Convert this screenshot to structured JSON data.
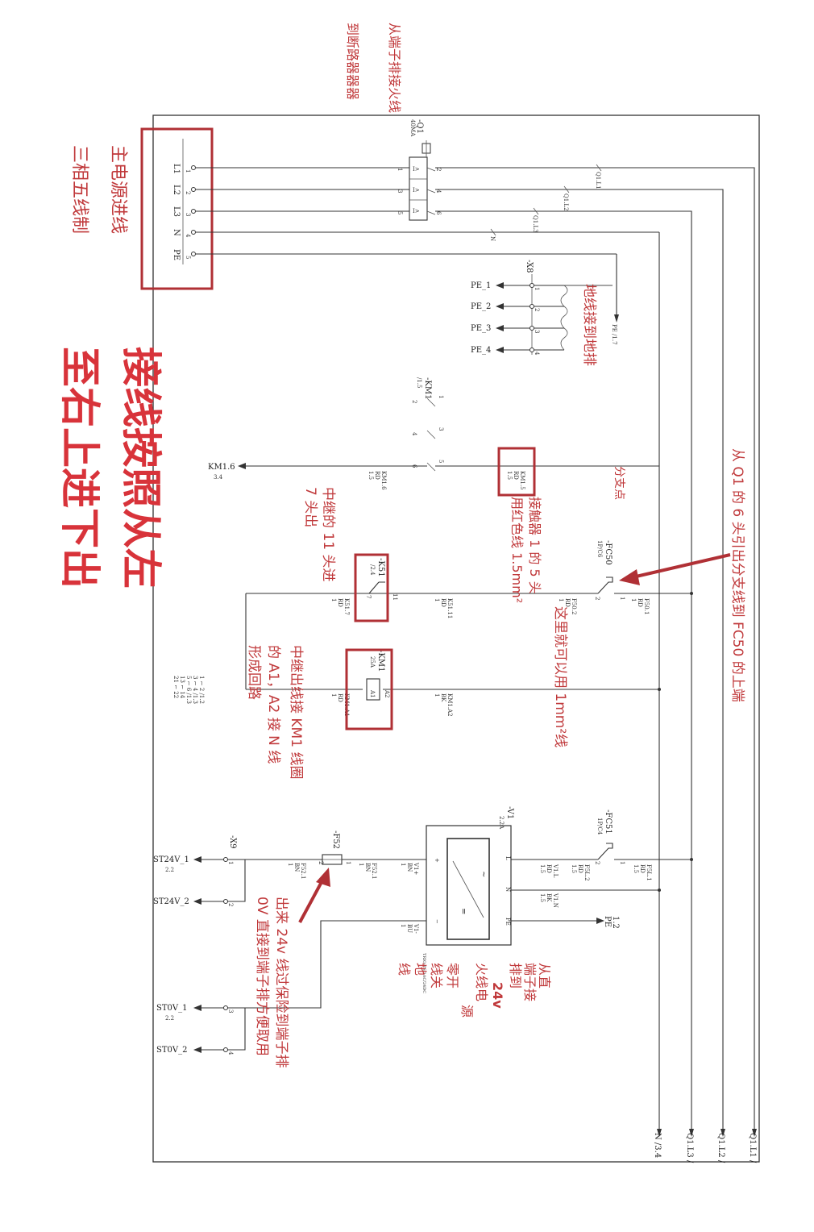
{
  "colors": {
    "wire": "#333333",
    "annotation": "#c0393b",
    "highlight": "#b03035",
    "heading": "#d8333a"
  },
  "terminals_in": {
    "labels": [
      "L1",
      "L2",
      "L3",
      "N",
      "PE"
    ],
    "numbers": [
      "1",
      "2",
      "3",
      "4",
      "5"
    ]
  },
  "breaker_q1": {
    "tag": "-Q1",
    "rating": "40MA",
    "in_pins": [
      "1",
      "3",
      "5"
    ],
    "out_pins": [
      "2",
      "4",
      "6"
    ]
  },
  "bus_refs": {
    "l1": "Q1.L1",
    "l2": "Q1.L2",
    "l3": "Q1.L3",
    "n": "N"
  },
  "pe_terminal": {
    "tag": "-X8",
    "outputs": [
      "PE_1",
      "PE_2",
      "PE_3",
      "PE_4"
    ],
    "numbers": [
      "1",
      "2",
      "3",
      "4"
    ],
    "ref": "PE /1.7"
  },
  "km1_contacts": {
    "tag": "-KM1",
    "ref": "/1.5",
    "c1": "1",
    "c2": "2",
    "c3": "3",
    "c4": "4",
    "c5": "5",
    "c6": "6",
    "out": "KM1.6",
    "out_ref": "3.4",
    "wire_a": "KM1.6",
    "wire_a2": "RD",
    "wire_a3": "1.5",
    "wire_b": "KM1.5",
    "wire_b2": "RD",
    "wire_b3": "1.5"
  },
  "fc50": {
    "tag": "-FC50",
    "spec": "1P/C6",
    "p1": "1",
    "p2": "2",
    "w1": "F50.1",
    "w1b": "RD",
    "w1c": "1",
    "w2": "F50.2",
    "w2b": "RD",
    "w2c": "1"
  },
  "k51": {
    "tag": "-K51",
    "ref": "/2.4",
    "p11": "11",
    "p7": "7",
    "w1": "K51.7",
    "w1b": "RD",
    "w1c": "1",
    "w2": "K51.11",
    "w2b": "RD",
    "w2c": "1"
  },
  "km1_coil": {
    "tag": "-KM1",
    "spec": "25A",
    "a1": "A1",
    "a2": "A2",
    "w1": "KM1.A1",
    "w1b": "RD",
    "w1c": "1",
    "w2": "KM1.A2",
    "w2b": "BK",
    "w2c": "1"
  },
  "contact_table": {
    "rows": [
      "1 ⌐ 2 /1.2",
      "3 ⌐ 4 /1.3",
      "5 ⌐ 6 /1.3",
      "13 ⌐ 14",
      "21 ⌐ 22"
    ]
  },
  "v1": {
    "tag": "-V1",
    "ref": "2.2A",
    "vplus": "+",
    "vminus": "−",
    "l": "L",
    "n": "N",
    "pe": "PE",
    "pe_ref": "1.2",
    "pe_lbl": "PE"
  },
  "fc51": {
    "tag": "-FC51",
    "spec": "1P/C4",
    "p1": "1",
    "p2": "2"
  },
  "f52": {
    "tag": "-F52",
    "p1": "1",
    "p2": "2"
  },
  "x9": {
    "tag": "-X9",
    "outs": [
      "ST24V_1",
      "ST24V_2",
      "ST0V_1",
      "ST0V_2"
    ],
    "refs": [
      "2.2",
      "",
      "2.2",
      ""
    ],
    "nums": [
      "1",
      "2",
      "3",
      "4"
    ]
  },
  "wire_tags": {
    "f51_1": "F5L.1",
    "f51_1b": "RD",
    "f51_1c": "1.5",
    "f51_2": "F5L.2",
    "f51_2b": "RD",
    "f51_2c": "1.5",
    "v1l": "V1.L",
    "v1lb": "RD",
    "v1lc": "1.5",
    "v1n": "V1.N",
    "v1nb": "BK",
    "v1nc": "1.5",
    "v1p": "V1+",
    "v1pb": "BN",
    "v1pc": "1",
    "v1m": "V1-",
    "v1mb": "BU",
    "v1mc": "1",
    "f52_1": "F52.1",
    "f52_1b": "BN",
    "f52_1c": "1",
    "f52_2": "F52.1",
    "f52_2b": "BN",
    "f52_2c": "1"
  },
  "bottom_refs": [
    "N /3.4",
    "Q1.L3 /",
    "Q1.L2 /",
    "Q1.L1 /"
  ],
  "annotations": {
    "top": [
      "从端子排接火线",
      "到断路器器器"
    ],
    "main_power": [
      "主电源进线",
      "三相五线制"
    ],
    "ground": "地线接到地排",
    "wiring_rule": [
      "接线按照从左",
      "至右上进下出"
    ],
    "branch": "分支点",
    "contactor": [
      "接触器 1 的 5 头",
      "用红色线 1.5mm²"
    ],
    "relay_in": [
      "中继的 11 头进",
      "7 头出"
    ],
    "fc50_note": "从 Q1 的 6 头引出分支线到 FC50 的上端",
    "wire_size": "这里就可以用 1mm²线",
    "coil": [
      "中继出线接 KM1 线圈",
      "的 A1，A2 接 N 线",
      "形成回路"
    ],
    "psu": [
      "从直",
      "端子接",
      "排到",
      "24v",
      "火线电",
      "源",
      "零开",
      "线关",
      "地",
      "线"
    ],
    "psu_out": [
      "出来 24v 线过保险到端子排",
      "0V 直接到端子排方便取用"
    ]
  }
}
